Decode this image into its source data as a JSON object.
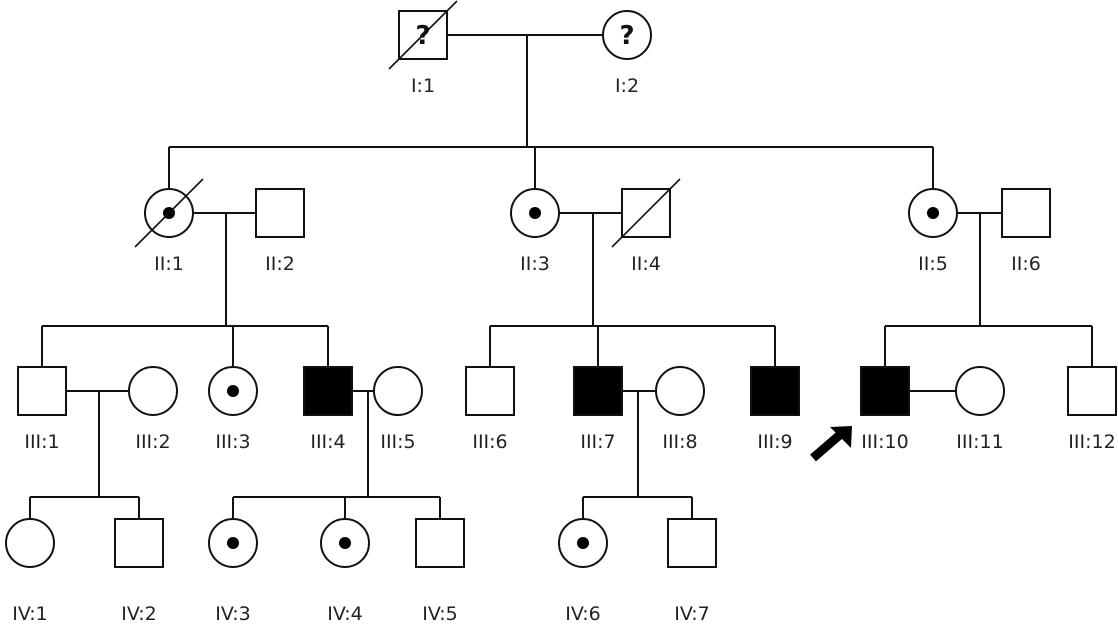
{
  "pedigree": {
    "proband": "III:10",
    "colors": {
      "line": "#111111",
      "affected": "#000000",
      "background": "#ffffff"
    },
    "individuals": [
      {
        "id": "I:1",
        "sex": "male",
        "status": "unknown",
        "mark": "?",
        "deceased": true
      },
      {
        "id": "I:2",
        "sex": "female",
        "status": "unknown",
        "mark": "?",
        "deceased": false
      },
      {
        "id": "II:1",
        "sex": "female",
        "status": "carrier",
        "deceased": true
      },
      {
        "id": "II:2",
        "sex": "male",
        "status": "unaffected",
        "deceased": false
      },
      {
        "id": "II:3",
        "sex": "female",
        "status": "carrier",
        "deceased": false
      },
      {
        "id": "II:4",
        "sex": "male",
        "status": "unaffected",
        "deceased": true
      },
      {
        "id": "II:5",
        "sex": "female",
        "status": "carrier",
        "deceased": false
      },
      {
        "id": "II:6",
        "sex": "male",
        "status": "unaffected",
        "deceased": false
      },
      {
        "id": "III:1",
        "sex": "male",
        "status": "unaffected",
        "deceased": false
      },
      {
        "id": "III:2",
        "sex": "female",
        "status": "unaffected",
        "deceased": false
      },
      {
        "id": "III:3",
        "sex": "female",
        "status": "carrier",
        "deceased": false
      },
      {
        "id": "III:4",
        "sex": "male",
        "status": "affected",
        "deceased": false
      },
      {
        "id": "III:5",
        "sex": "female",
        "status": "unaffected",
        "deceased": false
      },
      {
        "id": "III:6",
        "sex": "male",
        "status": "unaffected",
        "deceased": false
      },
      {
        "id": "III:7",
        "sex": "male",
        "status": "affected",
        "deceased": false
      },
      {
        "id": "III:8",
        "sex": "female",
        "status": "unaffected",
        "deceased": false
      },
      {
        "id": "III:9",
        "sex": "male",
        "status": "affected",
        "deceased": false
      },
      {
        "id": "III:10",
        "sex": "male",
        "status": "affected",
        "deceased": false
      },
      {
        "id": "III:11",
        "sex": "female",
        "status": "unaffected",
        "deceased": false
      },
      {
        "id": "III:12",
        "sex": "male",
        "status": "unaffected",
        "deceased": false
      },
      {
        "id": "IV:1",
        "sex": "female",
        "status": "unaffected",
        "deceased": false
      },
      {
        "id": "IV:2",
        "sex": "male",
        "status": "unaffected",
        "deceased": false
      },
      {
        "id": "IV:3",
        "sex": "female",
        "status": "carrier",
        "deceased": false
      },
      {
        "id": "IV:4",
        "sex": "female",
        "status": "carrier",
        "deceased": false
      },
      {
        "id": "IV:5",
        "sex": "male",
        "status": "unaffected",
        "deceased": false
      },
      {
        "id": "IV:6",
        "sex": "female",
        "status": "carrier",
        "deceased": false
      },
      {
        "id": "IV:7",
        "sex": "male",
        "status": "unaffected",
        "deceased": false
      }
    ],
    "unions": [
      {
        "partners": [
          "I:1",
          "I:2"
        ],
        "children": [
          "II:1",
          "II:3",
          "II:5"
        ]
      },
      {
        "partners": [
          "II:1",
          "II:2"
        ],
        "children": [
          "III:1",
          "III:3",
          "III:4"
        ]
      },
      {
        "partners": [
          "II:3",
          "II:4"
        ],
        "children": [
          "III:6",
          "III:7",
          "III:9"
        ]
      },
      {
        "partners": [
          "II:5",
          "II:6"
        ],
        "children": [
          "III:10",
          "III:12"
        ]
      },
      {
        "partners": [
          "III:1",
          "III:2"
        ],
        "children": [
          "IV:1",
          "IV:2"
        ]
      },
      {
        "partners": [
          "III:4",
          "III:5"
        ],
        "children": [
          "IV:3",
          "IV:4",
          "IV:5"
        ]
      },
      {
        "partners": [
          "III:7",
          "III:8"
        ],
        "children": [
          "IV:6",
          "IV:7"
        ]
      },
      {
        "partners": [
          "III:10",
          "III:11"
        ],
        "children": []
      }
    ]
  }
}
